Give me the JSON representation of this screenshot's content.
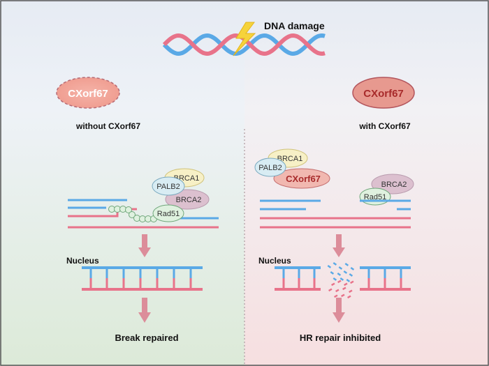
{
  "header": {
    "damage_label": "DNA damage"
  },
  "left": {
    "protein_label": "CXorf67",
    "condition_label": "without CXorf67",
    "complex": {
      "brca1": "BRCA1",
      "palb2": "PALB2",
      "brca2": "BRCA2",
      "rad51": "Rad51"
    },
    "nucleus_label": "Nucleus",
    "outcome_label": "Break repaired"
  },
  "right": {
    "protein_label": "CXorf67",
    "condition_label": "with CXorf67",
    "complex": {
      "brca1": "BRCA1",
      "palb2": "PALB2",
      "cxorf67": "CXorf67",
      "brca2": "BRCA2",
      "rad51": "Rad51"
    },
    "nucleus_label": "Nucleus",
    "outcome_label": "HR repair inhibited"
  },
  "colors": {
    "blue_strand": "#5aa9e6",
    "pink_strand": "#e8738a",
    "cxorf67_dim_fill": "#f2a79a",
    "cxorf67_fill": "#e7998f",
    "cxorf67_text": "#a82b2b",
    "brca1_fill": "#f7f0c6",
    "palb2_fill": "#d8ecf3",
    "brca2_fill": "#dcc0cf",
    "rad51_fill": "#dff1df",
    "arrow": "#dc8d9a"
  }
}
